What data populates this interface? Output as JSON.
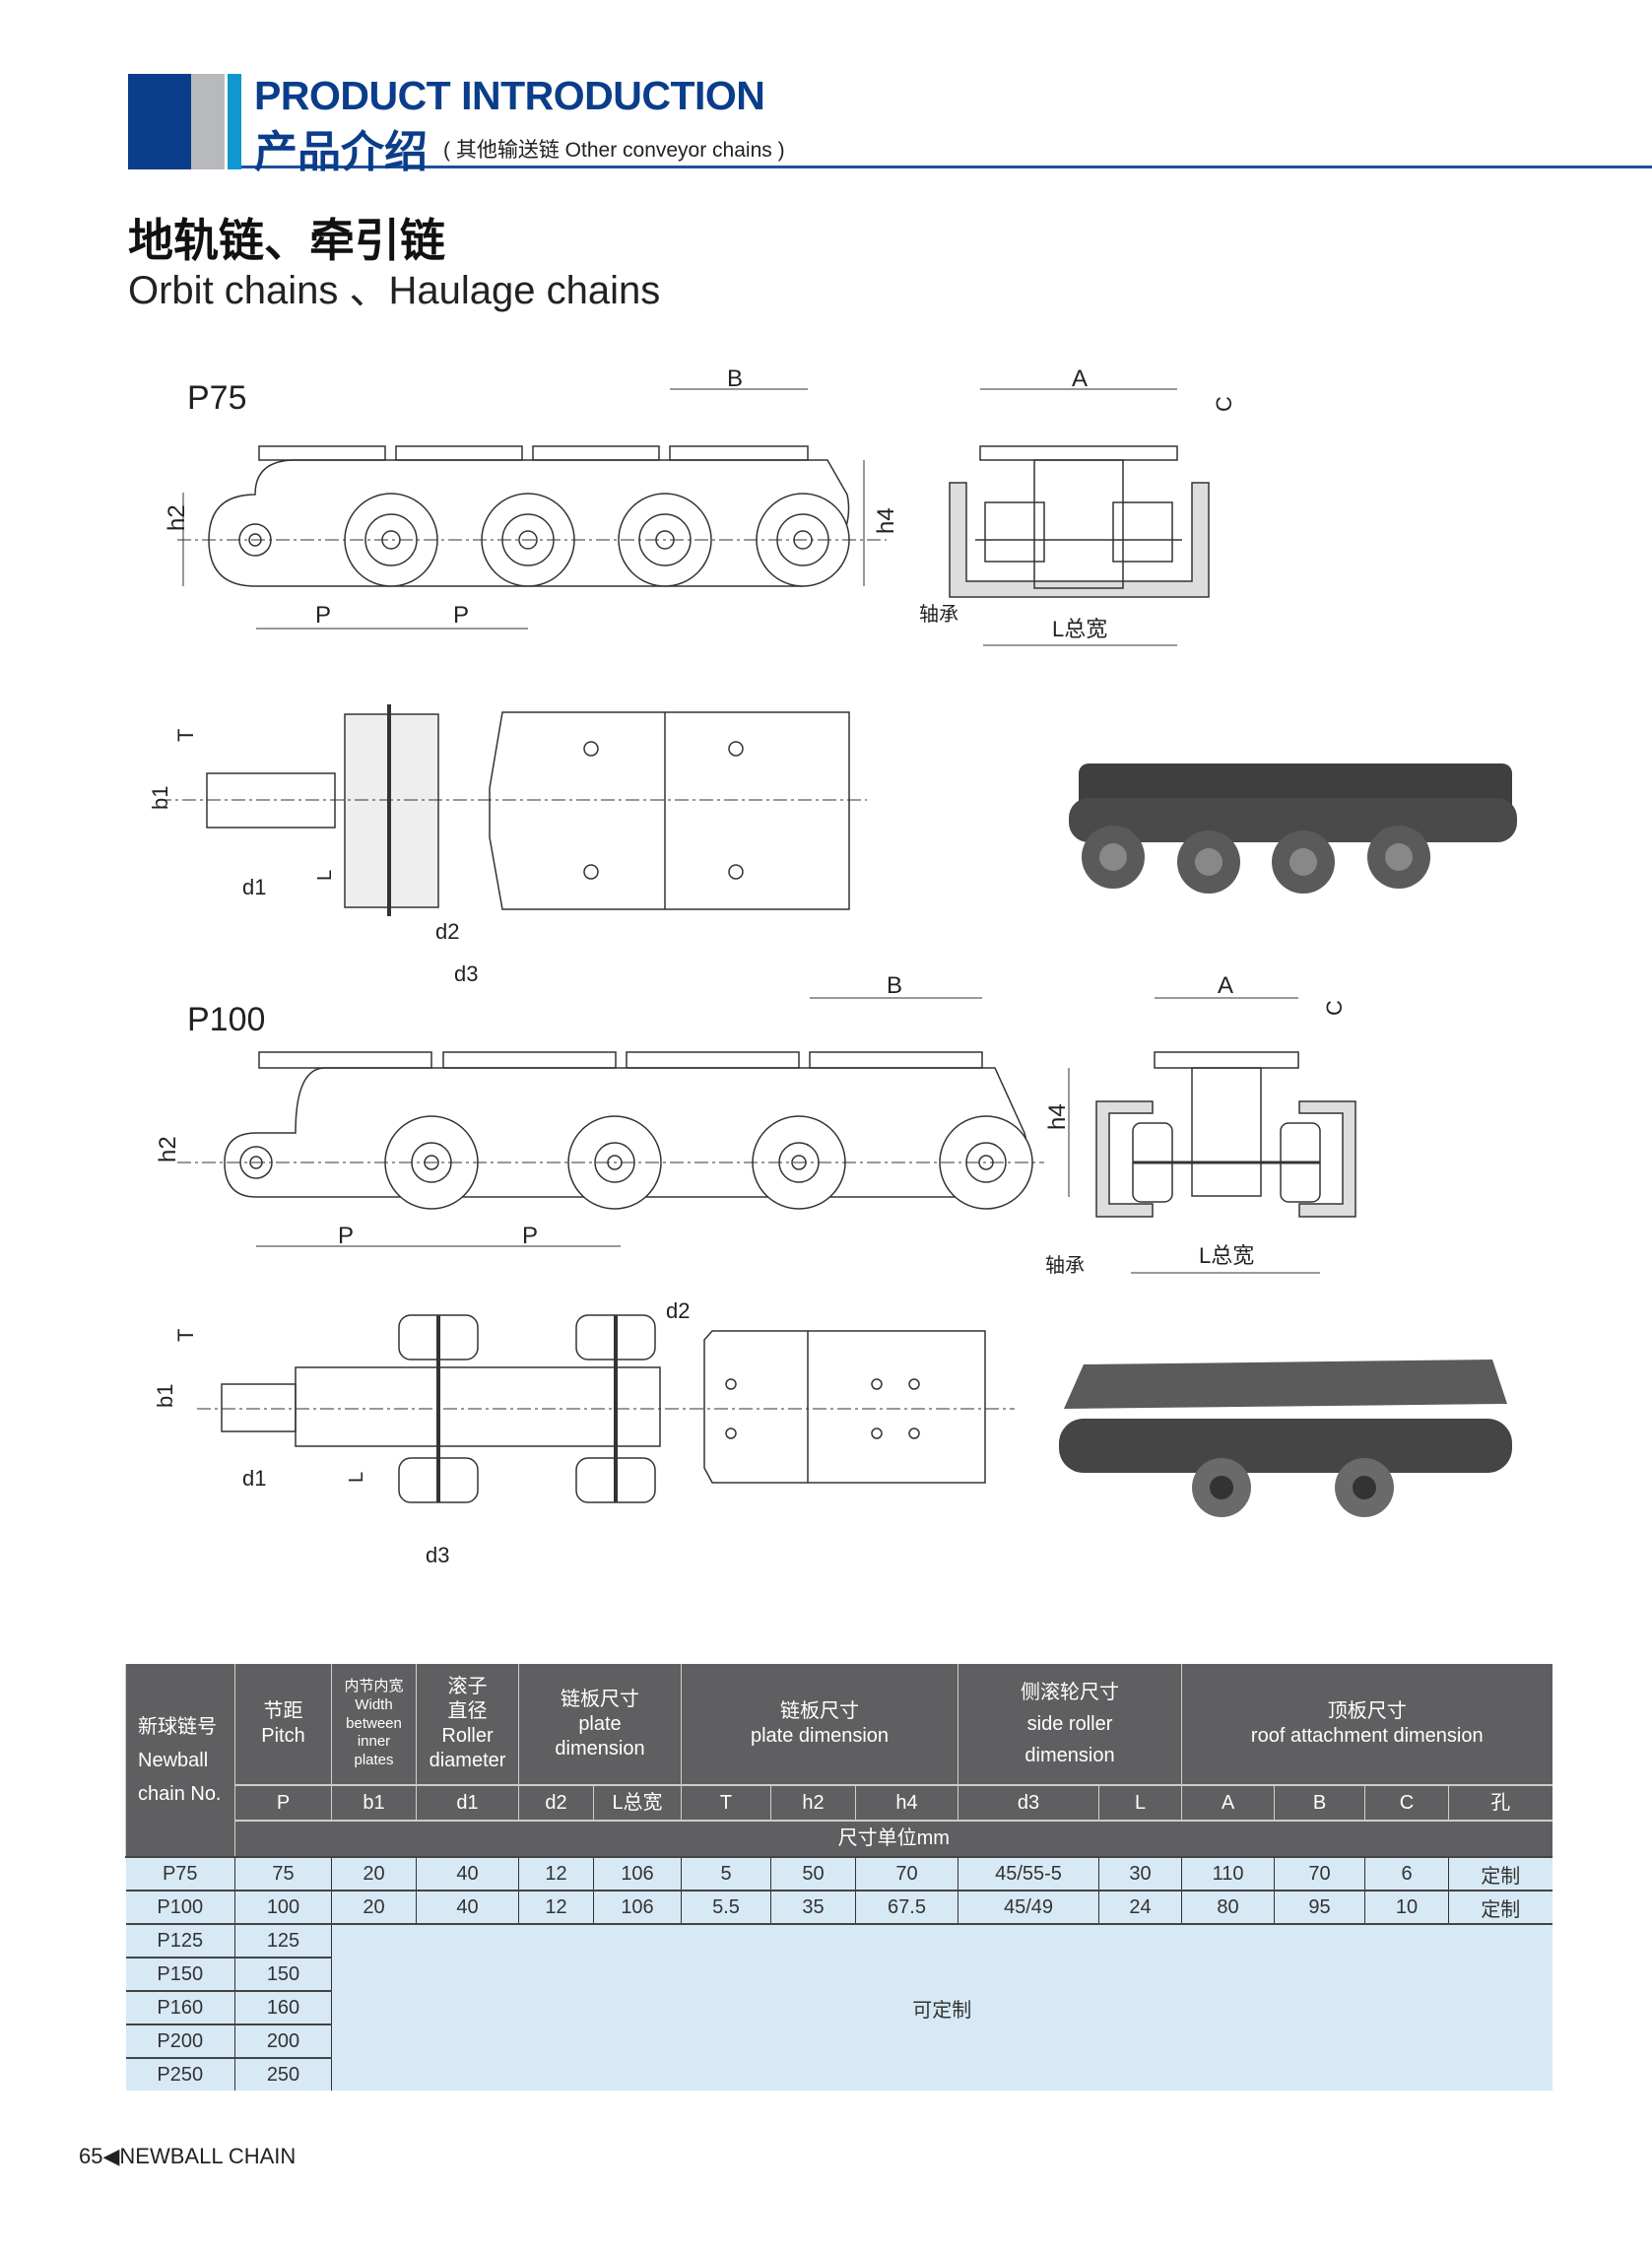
{
  "header": {
    "title_en": "PRODUCT INTRODUCTION",
    "title_cn": "产品介绍",
    "subtitle": "( 其他输送链 Other conveyor chains )"
  },
  "section": {
    "title_cn": "地轨链、牵引链",
    "title_en": "Orbit chains 、Haulage chains"
  },
  "diagrams": {
    "p75": {
      "label": "P75",
      "B": "B",
      "P1": "P",
      "P2": "P",
      "h2": "h2",
      "h4": "h4",
      "A": "A",
      "C": "C",
      "bearing": "轴承",
      "L_total": "L总宽",
      "T": "T",
      "b1": "b1",
      "d1": "d1",
      "L": "L",
      "d2": "d2",
      "d3": "d3"
    },
    "p100": {
      "label": "P100",
      "B": "B",
      "P1": "P",
      "P2": "P",
      "h2": "h2",
      "h4": "h4",
      "A": "A",
      "C": "C",
      "bearing": "轴承",
      "L_total": "L总宽",
      "T": "T",
      "b1": "b1",
      "d1": "d1",
      "L": "L",
      "d2": "d2",
      "d3": "d3"
    }
  },
  "table": {
    "headers": {
      "chain_no": [
        "新球链号",
        "Newball",
        "chain No."
      ],
      "pitch": [
        "节距",
        "Pitch"
      ],
      "width": [
        "内节内宽",
        "Width",
        "between",
        "inner",
        "plates"
      ],
      "roller": [
        "滚子",
        "直径",
        "Roller",
        "diameter"
      ],
      "plate1": [
        "链板尺寸",
        "plate",
        "dimension"
      ],
      "plate2": [
        "链板尺寸",
        "plate dimension"
      ],
      "side": [
        "侧滚轮尺寸",
        "side roller",
        "dimension"
      ],
      "roof": [
        "顶板尺寸",
        "roof attachment dimension"
      ]
    },
    "subheaders": [
      "P",
      "b1",
      "d1",
      "d2",
      "L总宽",
      "T",
      "h2",
      "h4",
      "d3",
      "L",
      "A",
      "B",
      "C",
      "孔"
    ],
    "unit": "尺寸单位mm",
    "rows": [
      [
        "P75",
        "75",
        "20",
        "40",
        "12",
        "106",
        "5",
        "50",
        "70",
        "45/55-5",
        "30",
        "110",
        "70",
        "6",
        "定制"
      ],
      [
        "P100",
        "100",
        "20",
        "40",
        "12",
        "106",
        "5.5",
        "35",
        "67.5",
        "45/49",
        "24",
        "80",
        "95",
        "10",
        "定制"
      ]
    ],
    "custom_rows": [
      [
        "P125",
        "125"
      ],
      [
        "P150",
        "150"
      ],
      [
        "P160",
        "160"
      ],
      [
        "P200",
        "200"
      ],
      [
        "P250",
        "250"
      ]
    ],
    "custom_note": "可定制"
  },
  "footer": {
    "page": "65",
    "brand": "NEWBALL CHAIN"
  }
}
